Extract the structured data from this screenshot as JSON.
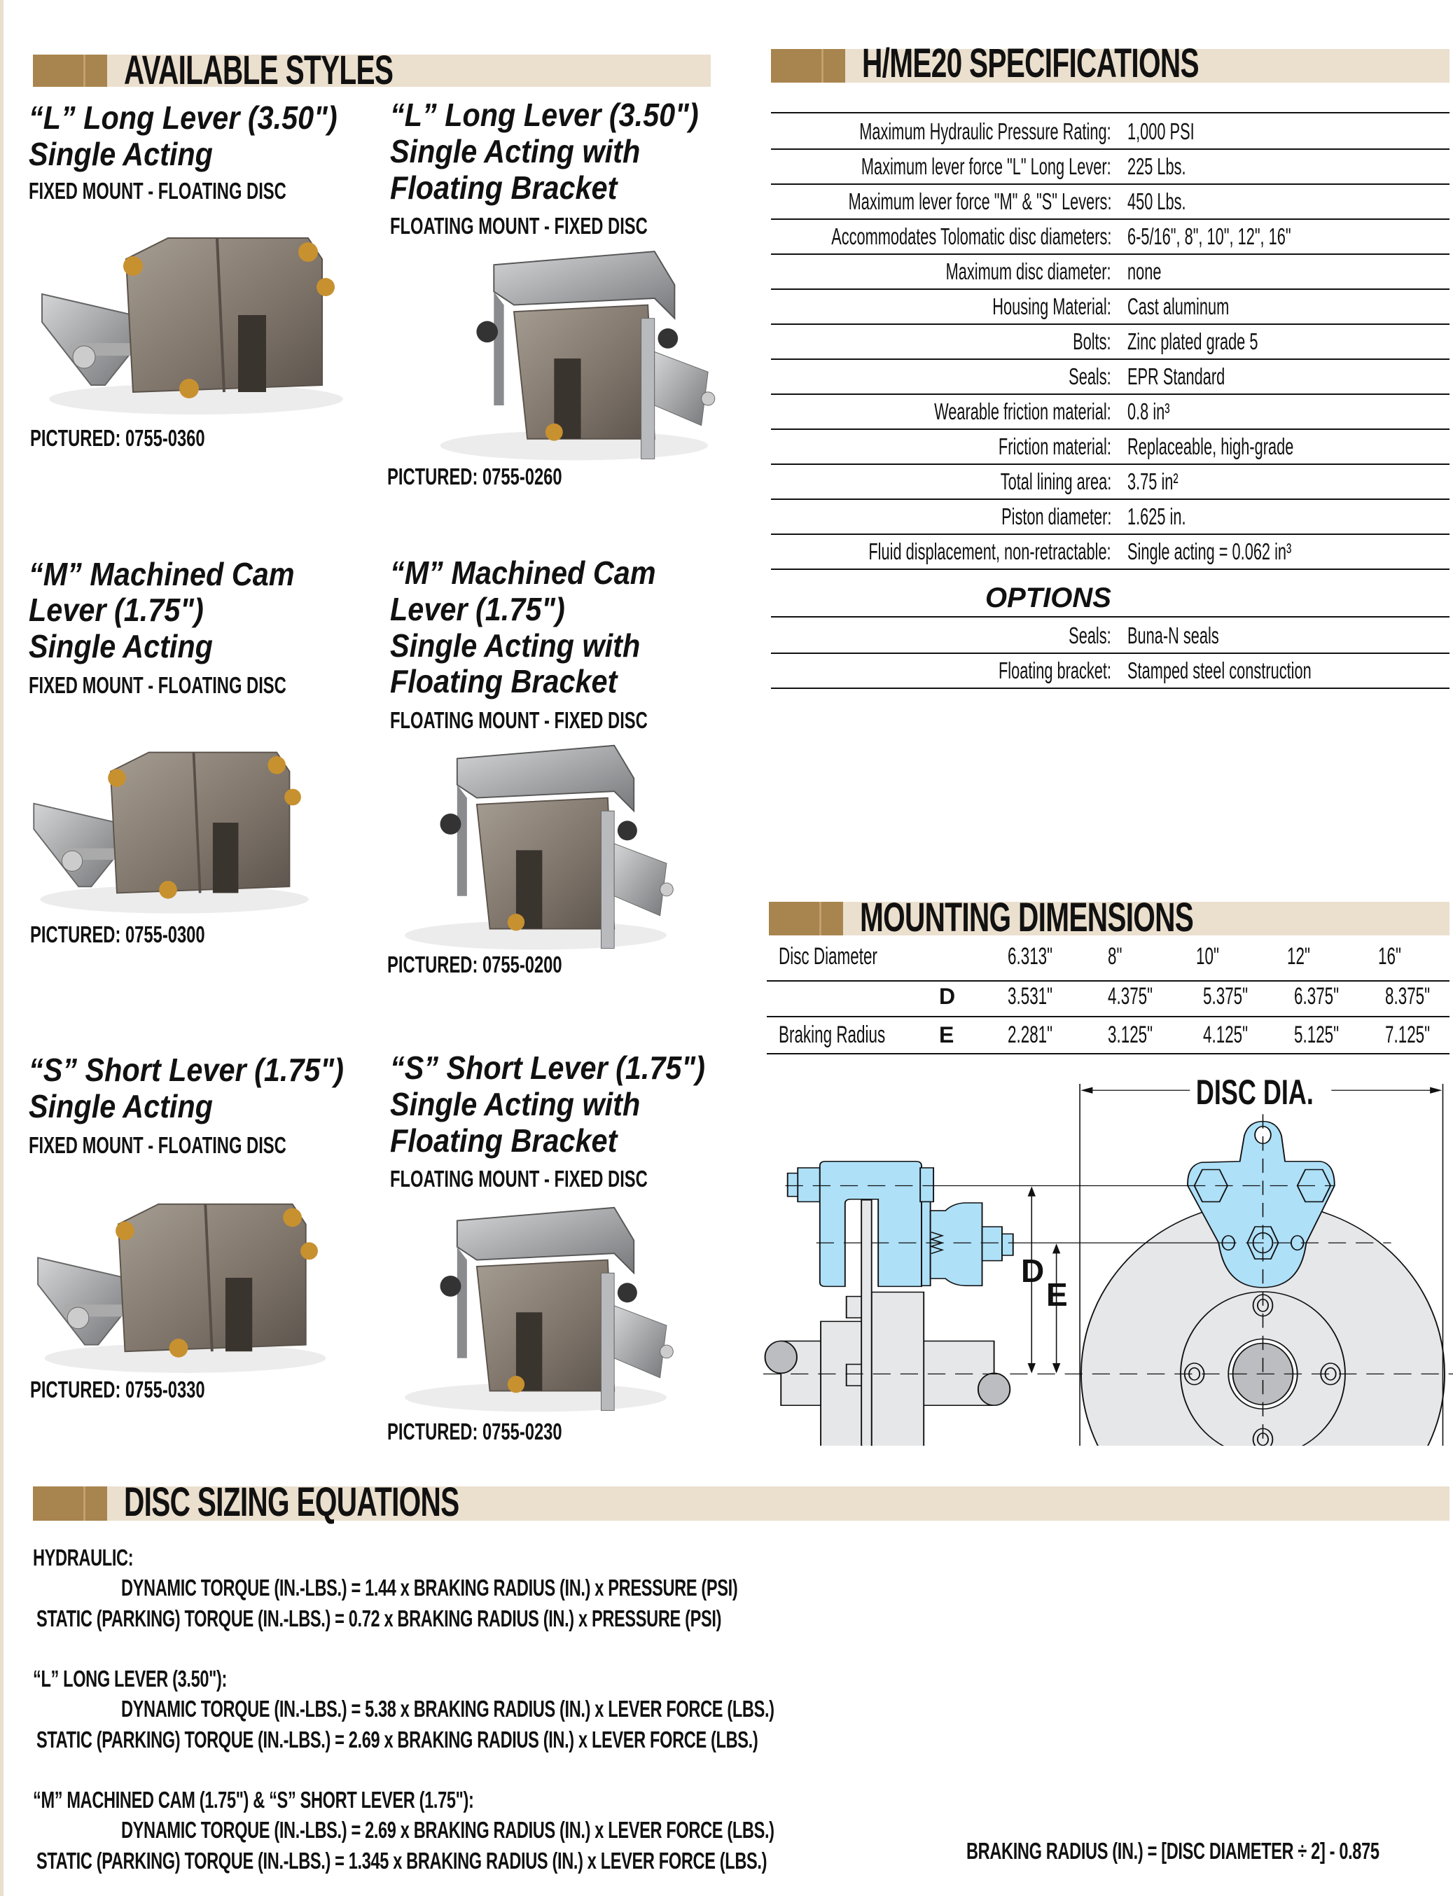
{
  "colors": {
    "header_bg": "#ebdfce",
    "header_block": "#a8844e",
    "diagram_blue": "#aee0f8",
    "diagram_gray": "#e6e7e9"
  },
  "styles": {
    "heading": "AVAILABLE STYLES",
    "items": [
      {
        "title": [
          "“L” Long Lever (3.50\")",
          "Single Acting"
        ],
        "mount": "FIXED MOUNT - FLOATING DISC",
        "pictured": "PICTURED: 0755-0360"
      },
      {
        "title": [
          "“L” Long Lever (3.50\")",
          "Single Acting with",
          "Floating Bracket"
        ],
        "mount": "FLOATING MOUNT - FIXED DISC",
        "pictured": "PICTURED: 0755-0260"
      },
      {
        "title": [
          "“M” Machined Cam",
          "Lever (1.75\")",
          "Single Acting"
        ],
        "mount": "FIXED MOUNT - FLOATING DISC",
        "pictured": "PICTURED: 0755-0300"
      },
      {
        "title": [
          "“M” Machined Cam",
          "Lever (1.75\")",
          "Single Acting with",
          "Floating Bracket"
        ],
        "mount": "FLOATING MOUNT - FIXED DISC",
        "pictured": "PICTURED: 0755-0200"
      },
      {
        "title": [
          "“S” Short Lever (1.75\")",
          "Single Acting"
        ],
        "mount": "FIXED MOUNT - FLOATING DISC",
        "pictured": "PICTURED: 0755-0330"
      },
      {
        "title": [
          "“S” Short Lever (1.75\")",
          "Single Acting with",
          "Floating Bracket"
        ],
        "mount": "FLOATING MOUNT - FIXED DISC",
        "pictured": "PICTURED: 0755-0230"
      }
    ]
  },
  "specs": {
    "heading": "H/ME20 SPECIFICATIONS",
    "rows": [
      {
        "label": "Maximum Hydraulic Pressure Rating:",
        "value": "1,000 PSI"
      },
      {
        "label": "Maximum lever force \"L\" Long Lever:",
        "value": "225 Lbs."
      },
      {
        "label": "Maximum lever force \"M\" & \"S\" Levers:",
        "value": "450 Lbs."
      },
      {
        "label": "Accommodates Tolomatic disc diameters:",
        "value": "6-5/16\",  8\",  10\", 12\", 16\""
      },
      {
        "label": "Maximum disc diameter:",
        "value": "none"
      },
      {
        "label": "Housing Material:",
        "value": "Cast aluminum"
      },
      {
        "label": "Bolts:",
        "value": "Zinc plated grade 5"
      },
      {
        "label": "Seals:",
        "value": "EPR Standard"
      },
      {
        "label": "Wearable friction material:",
        "value": "0.8 in³"
      },
      {
        "label": "Friction material:",
        "value": "Replaceable, high-grade"
      },
      {
        "label": "Total lining area:",
        "value": "3.75 in²"
      },
      {
        "label": "Piston diameter:",
        "value": "1.625 in."
      },
      {
        "label": "Fluid displacement, non-retractable:",
        "value": "Single acting = 0.062 in³"
      }
    ],
    "options_heading": "OPTIONS",
    "options": [
      {
        "label": "Seals:",
        "value": "Buna-N seals"
      },
      {
        "label": "Floating bracket:",
        "value": "Stamped steel construction"
      }
    ]
  },
  "mounting": {
    "heading": "MOUNTING DIMENSIONS",
    "disc_label": "Disc Diameter",
    "diameters": [
      "6.313\"",
      "8\"",
      "10\"",
      "12\"",
      "16\""
    ],
    "d_letter": "D",
    "d_values": [
      "3.531\"",
      "4.375\"",
      "5.375\"",
      "6.375\"",
      "8.375\""
    ],
    "radius_label": "Braking Radius",
    "e_letter": "E",
    "e_values": [
      "2.281\"",
      "3.125\"",
      "4.125\"",
      "5.125\"",
      "7.125\""
    ],
    "diagram": {
      "disc_dia": "DISC DIA.",
      "d": "D",
      "e": "E"
    }
  },
  "equations": {
    "heading": "DISC SIZING EQUATIONS",
    "groups": [
      {
        "title": "HYDRAULIC:",
        "dynamic": "DYNAMIC TORQUE (IN.-LBS.) = 1.44 x BRAKING RADIUS (IN.) x PRESSURE (PSI)",
        "static": "STATIC (PARKING) TORQUE (IN.-LBS.) = 0.72 x BRAKING RADIUS (IN.) x PRESSURE (PSI)"
      },
      {
        "title": "“L” LONG LEVER (3.50\"):",
        "dynamic": "DYNAMIC TORQUE (IN.-LBS.) = 5.38 x BRAKING RADIUS (IN.) x LEVER FORCE (LBS.)",
        "static": "STATIC (PARKING) TORQUE (IN.-LBS.) = 2.69 x BRAKING RADIUS (IN.) x LEVER FORCE (LBS.)"
      },
      {
        "title": "“M” MACHINED CAM (1.75\") & “S” SHORT LEVER (1.75\"):",
        "dynamic": "DYNAMIC TORQUE (IN.-LBS.) = 2.69 x BRAKING RADIUS (IN.) x LEVER FORCE (LBS.)",
        "static": "STATIC (PARKING) TORQUE (IN.-LBS.) = 1.345 x BRAKING RADIUS (IN.) x LEVER FORCE (LBS.)"
      }
    ],
    "braking_radius": "BRAKING RADIUS (IN.) =  [DISC DIAMETER ÷ 2] - 0.875"
  }
}
